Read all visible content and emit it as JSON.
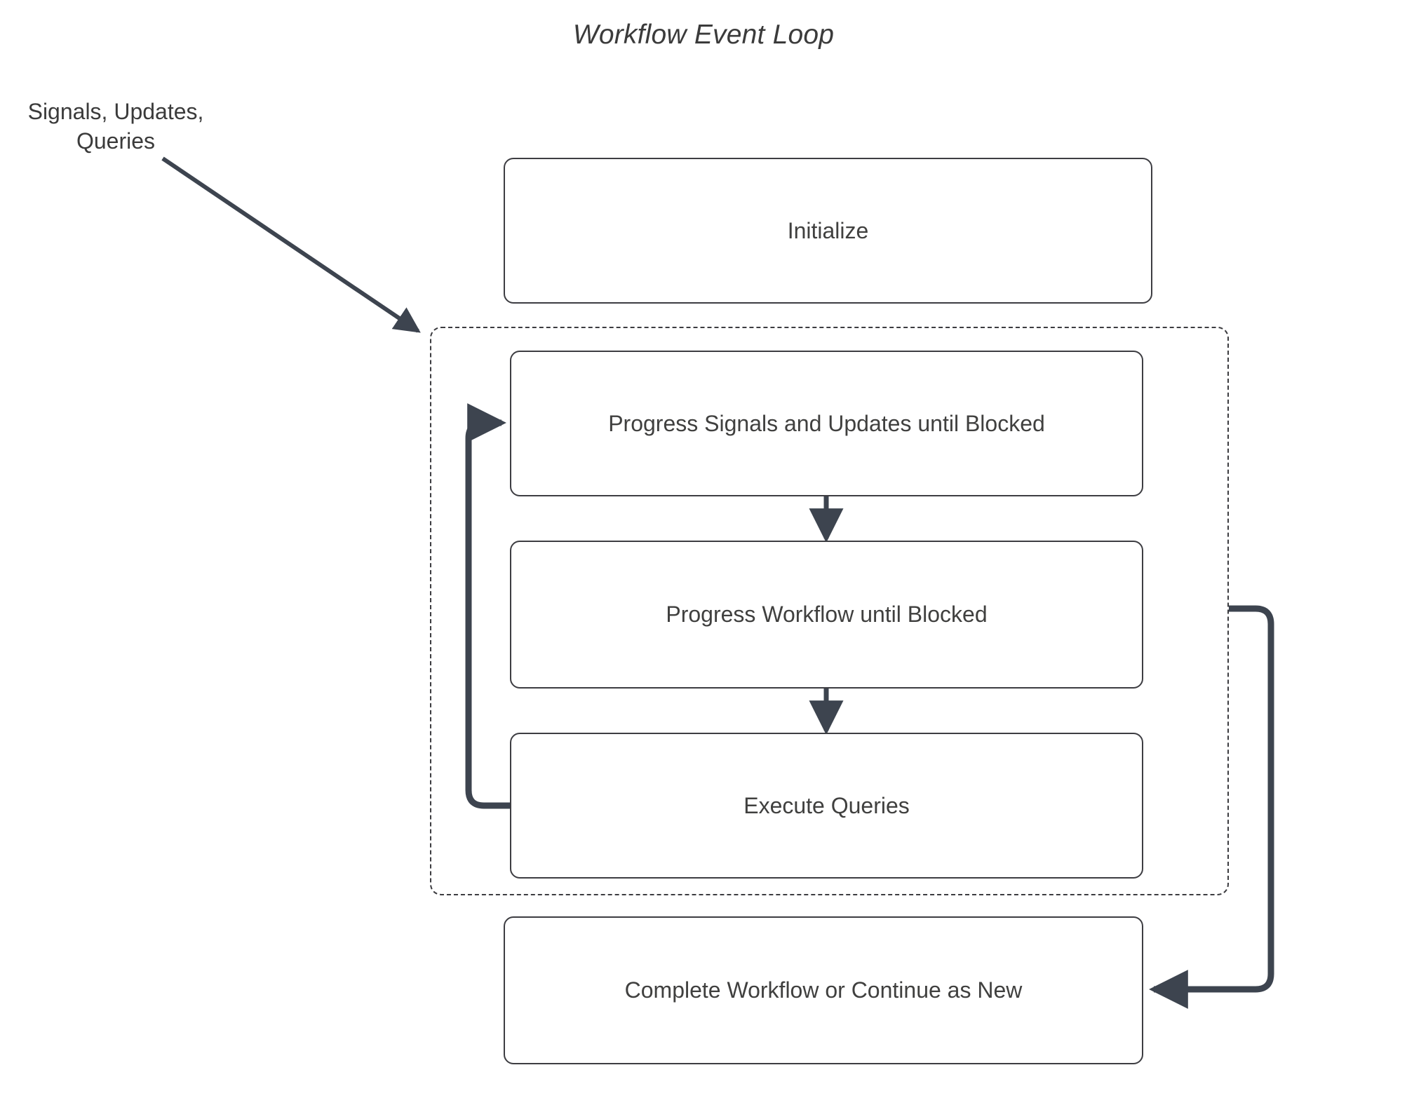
{
  "diagram": {
    "title": "Workflow Event Loop",
    "external_label": "Signals, Updates,\nQueries",
    "external_label_line1": "Signals, Updates,",
    "external_label_line2": "Queries",
    "colors": {
      "node_border": "#3d3d42",
      "node_fill": "#ffffff",
      "text": "#40403f",
      "connector": "#3d444f",
      "dashed_border": "#3c3c40",
      "background": "#ffffff"
    },
    "nodes": [
      {
        "id": "initialize",
        "label": "Initialize"
      },
      {
        "id": "progress-signals",
        "label": "Progress Signals and Updates until Blocked"
      },
      {
        "id": "progress-workflow",
        "label": "Progress Workflow until Blocked"
      },
      {
        "id": "execute-queries",
        "label": "Execute Queries"
      },
      {
        "id": "complete-workflow",
        "label": "Complete Workflow or Continue as New"
      }
    ],
    "group": {
      "id": "event-loop-group",
      "style": "dashed",
      "label": ""
    },
    "edges": [
      {
        "from": "external-signals-updates-queries",
        "to": "event-loop-group",
        "style": "solid-arrow"
      },
      {
        "from": "progress-signals",
        "to": "progress-workflow",
        "style": "solid-arrow"
      },
      {
        "from": "progress-workflow",
        "to": "execute-queries",
        "style": "solid-arrow"
      },
      {
        "from": "execute-queries",
        "to": "progress-signals",
        "style": "loop-back-arrow"
      },
      {
        "from": "event-loop-group",
        "to": "complete-workflow",
        "style": "loop-right-arrow"
      }
    ]
  }
}
